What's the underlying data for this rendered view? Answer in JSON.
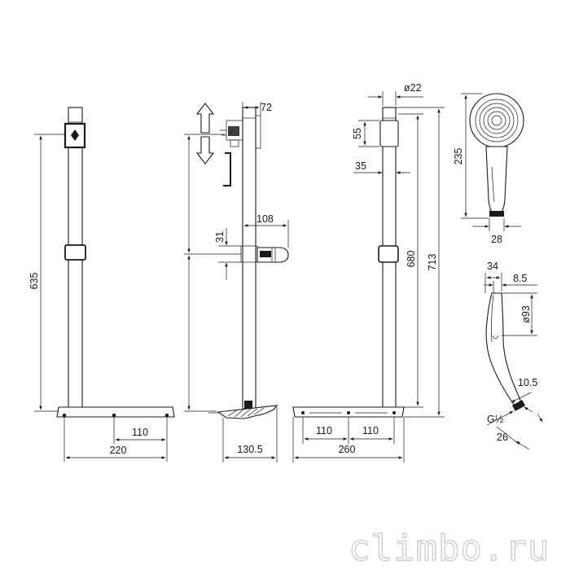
{
  "dimensions": {
    "front_height": "635",
    "front_half_width": "110",
    "front_width": "220",
    "side_top": "72",
    "side_bracket": "108",
    "side_slider": "31",
    "side_depth": "130.5",
    "rear_tube_dia": "ø22",
    "rear_55": "55",
    "rear_35": "35",
    "rear_680": "680",
    "rear_713": "713",
    "rear_110_left": "110",
    "rear_110_right": "110",
    "rear_width": "260",
    "head_length": "235",
    "head_neck": "28",
    "head_depth": "34",
    "head_face": "8.5",
    "head_dia": "ø93",
    "head_tip": "10.5",
    "head_thread": "G½",
    "head_nut": "26"
  },
  "watermark": "climbo.ru"
}
